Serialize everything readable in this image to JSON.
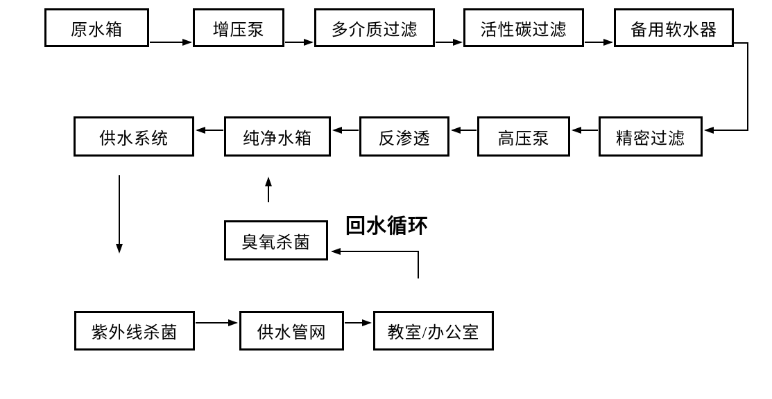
{
  "diagram": {
    "type": "flowchart",
    "background_color": "#ffffff",
    "line_color": "#000000",
    "box_border_color": "#000000",
    "text_color": "#000000",
    "nodes": {
      "raw_water_tank": {
        "label": "原水箱"
      },
      "booster_pump": {
        "label": "增压泵"
      },
      "multimedia_filter": {
        "label": "多介质过滤"
      },
      "activated_carbon_filter": {
        "label": "活性碳过滤"
      },
      "backup_softener": {
        "label": "备用软水器"
      },
      "water_supply_system": {
        "label": "供水系统"
      },
      "pure_water_tank": {
        "label": "纯净水箱"
      },
      "reverse_osmosis": {
        "label": "反渗透"
      },
      "high_pressure_pump": {
        "label": "高压泵"
      },
      "precision_filter": {
        "label": "精密过滤"
      },
      "ozone_sterilizer": {
        "label": "臭氧杀菌"
      },
      "uv_sterilizer": {
        "label": "紫外线杀菌"
      },
      "supply_pipe_network": {
        "label": "供水管网"
      },
      "classroom_office": {
        "label": "教室/办公室"
      }
    },
    "annotations": {
      "return_loop": "回水循环"
    },
    "flow": [
      {
        "from": "原水箱",
        "to": "增压泵"
      },
      {
        "from": "增压泵",
        "to": "多介质过滤"
      },
      {
        "from": "多介质过滤",
        "to": "活性碳过滤"
      },
      {
        "from": "活性碳过滤",
        "to": "备用软水器"
      },
      {
        "from": "备用软水器",
        "to": "精密过滤"
      },
      {
        "from": "精密过滤",
        "to": "高压泵"
      },
      {
        "from": "高压泵",
        "to": "反渗透"
      },
      {
        "from": "反渗透",
        "to": "纯净水箱"
      },
      {
        "from": "纯净水箱",
        "to": "供水系统"
      },
      {
        "from": "臭氧杀菌",
        "to": "纯净水箱"
      },
      {
        "from": "供水系统",
        "to": "紫外线杀菌"
      },
      {
        "from": "紫外线杀菌",
        "to": "供水管网"
      },
      {
        "from": "供水管网",
        "to": "教室/办公室"
      },
      {
        "from": "教室/办公室",
        "to": "臭氧杀菌",
        "label": "回水循环"
      }
    ]
  }
}
